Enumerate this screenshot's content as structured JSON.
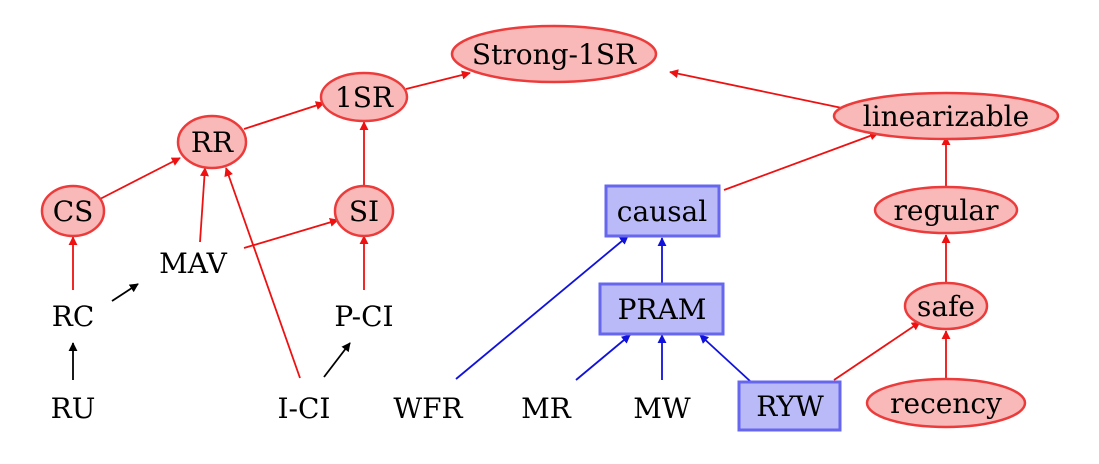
{
  "diagram": {
    "colors": {
      "red_node_fill": "#f9b9b9",
      "red_node_stroke": "#ec3b3b",
      "blue_node_fill": "#b9baf7",
      "blue_node_stroke": "#6666ee",
      "red_edge": "#ee1111",
      "blue_edge": "#1111dd",
      "black_edge": "#000000"
    },
    "nodes": {
      "strong_1sr": "Strong-1SR",
      "one_sr": "1SR",
      "rr": "RR",
      "cs": "CS",
      "si": "SI",
      "mav": "MAV",
      "rc": "RC",
      "ru": "RU",
      "p_ci": "P-CI",
      "i_ci": "I-CI",
      "linearizable": "linearizable",
      "causal": "causal",
      "regular": "regular",
      "pram": "PRAM",
      "safe": "safe",
      "wfr": "WFR",
      "mr": "MR",
      "mw": "MW",
      "ryw": "RYW",
      "recency": "recency"
    },
    "edges": [
      {
        "from": "1SR",
        "to": "Strong-1SR",
        "color": "red"
      },
      {
        "from": "linearizable",
        "to": "Strong-1SR",
        "color": "red"
      },
      {
        "from": "RR",
        "to": "1SR",
        "color": "red"
      },
      {
        "from": "SI",
        "to": "1SR",
        "color": "red"
      },
      {
        "from": "CS",
        "to": "RR",
        "color": "red"
      },
      {
        "from": "MAV",
        "to": "RR",
        "color": "red"
      },
      {
        "from": "I-CI",
        "to": "RR",
        "color": "red"
      },
      {
        "from": "MAV",
        "to": "SI",
        "color": "red"
      },
      {
        "from": "P-CI",
        "to": "SI",
        "color": "red"
      },
      {
        "from": "RC",
        "to": "CS",
        "color": "red"
      },
      {
        "from": "RC",
        "to": "MAV",
        "color": "black"
      },
      {
        "from": "RU",
        "to": "RC",
        "color": "black"
      },
      {
        "from": "I-CI",
        "to": "P-CI",
        "color": "black"
      },
      {
        "from": "causal",
        "to": "linearizable",
        "color": "red"
      },
      {
        "from": "regular",
        "to": "linearizable",
        "color": "red"
      },
      {
        "from": "safe",
        "to": "regular",
        "color": "red"
      },
      {
        "from": "recency",
        "to": "safe",
        "color": "red"
      },
      {
        "from": "RYW",
        "to": "safe",
        "color": "red"
      },
      {
        "from": "WFR",
        "to": "causal",
        "color": "blue"
      },
      {
        "from": "PRAM",
        "to": "causal",
        "color": "blue"
      },
      {
        "from": "MR",
        "to": "PRAM",
        "color": "blue"
      },
      {
        "from": "MW",
        "to": "PRAM",
        "color": "blue"
      },
      {
        "from": "RYW",
        "to": "PRAM",
        "color": "blue"
      }
    ]
  }
}
